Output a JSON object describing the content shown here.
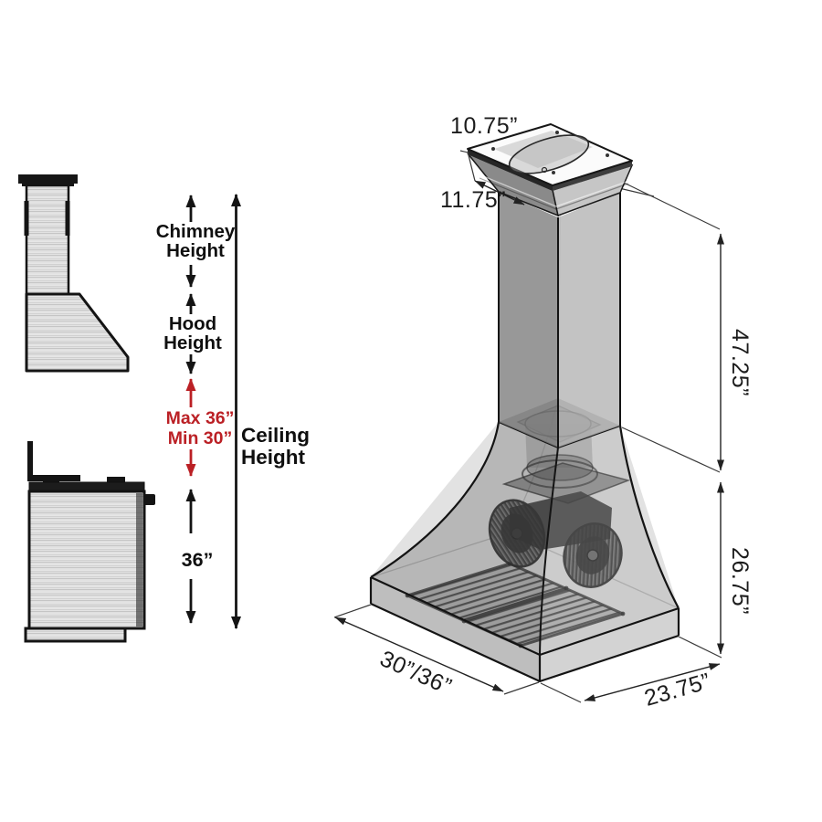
{
  "colors": {
    "background": "#ffffff",
    "annotation_red": "#bb2025",
    "line_black": "#141414",
    "steel_light": "#e6e6e6",
    "steel_mid": "#9a9a9a"
  },
  "height_annotations": {
    "chimney_height": {
      "line1": "Chimney",
      "line2": "Height"
    },
    "hood_height": {
      "line1": "Hood",
      "line2": "Height"
    },
    "mount_clearance": {
      "line1": "Max 36”",
      "line2": "Min 30”"
    },
    "ceiling_height": {
      "line1": "Ceiling",
      "line2": "Height"
    },
    "range_height": "36”"
  },
  "dimensions": {
    "top_plate_width": "10.75”",
    "top_plate_depth": "11.75”",
    "upper_section_height": "47.25”",
    "lower_section_height": "26.75”",
    "hood_width": "30”/36”",
    "hood_depth": "23.75”"
  }
}
